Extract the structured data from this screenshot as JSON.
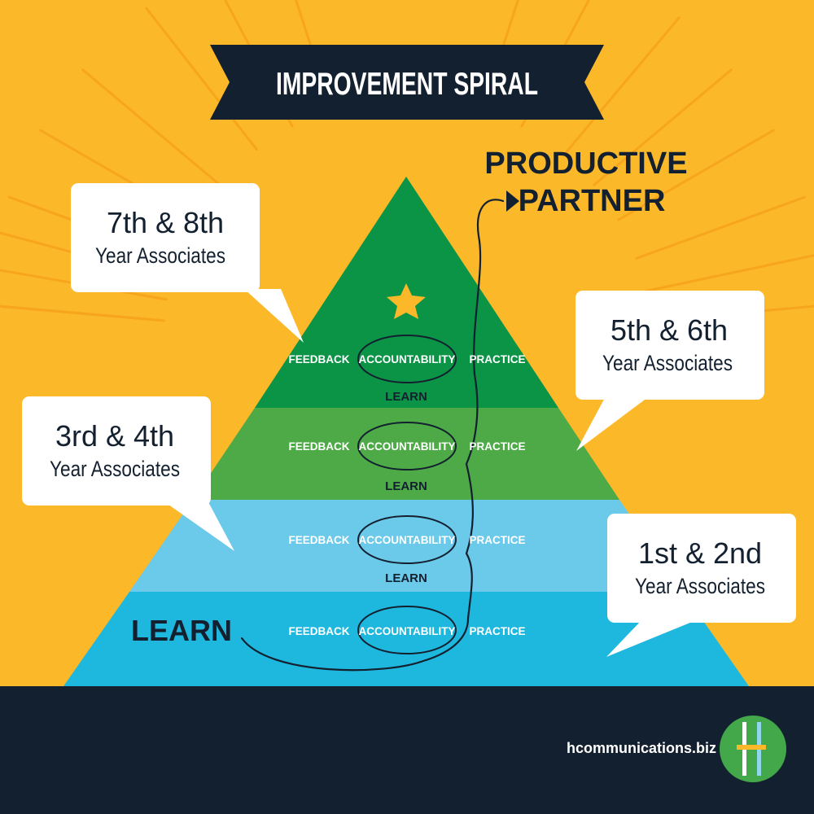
{
  "banner": {
    "title": "IMPROVEMENT SPIRAL"
  },
  "goal": {
    "line1": "PRODUCTIVE",
    "line2": "PARTNER"
  },
  "tiers": [
    {
      "feedback": "FEEDBACK",
      "accountability": "ACCOUNTABILITY",
      "practice": "PRACTICE",
      "learn": "LEARN"
    },
    {
      "feedback": "FEEDBACK",
      "accountability": "ACCOUNTABILITY",
      "practice": "PRACTICE",
      "learn": "LEARN"
    },
    {
      "feedback": "FEEDBACK",
      "accountability": "ACCOUNTABILITY",
      "practice": "PRACTICE",
      "learn": "LEARN"
    },
    {
      "feedback": "FEEDBACK",
      "accountability": "ACCOUNTABILITY",
      "practice": "PRACTICE"
    }
  ],
  "start_label": "LEARN",
  "bubbles": {
    "b78": {
      "line1": "7th & 8th",
      "line2": "Year Associates"
    },
    "b56": {
      "line1": "5th & 6th",
      "line2": "Year Associates"
    },
    "b34": {
      "line1": "3rd & 4th",
      "line2": "Year Associates"
    },
    "b12": {
      "line1": "1st & 2nd",
      "line2": "Year Associates"
    }
  },
  "footer": {
    "website": "hcommunications.biz"
  },
  "colors": {
    "background": "#fbb829",
    "navy": "#13202f",
    "tier_top": "#0b9346",
    "tier_second": "#4daa47",
    "tier_third": "#6bc9ea",
    "tier_bottom": "#1eb8de",
    "star": "#fbb829",
    "logo_circle": "#43a84a"
  },
  "icons": {
    "star": "star-icon",
    "logo": "h-logo-icon",
    "arrow": "arrow-right-icon"
  }
}
